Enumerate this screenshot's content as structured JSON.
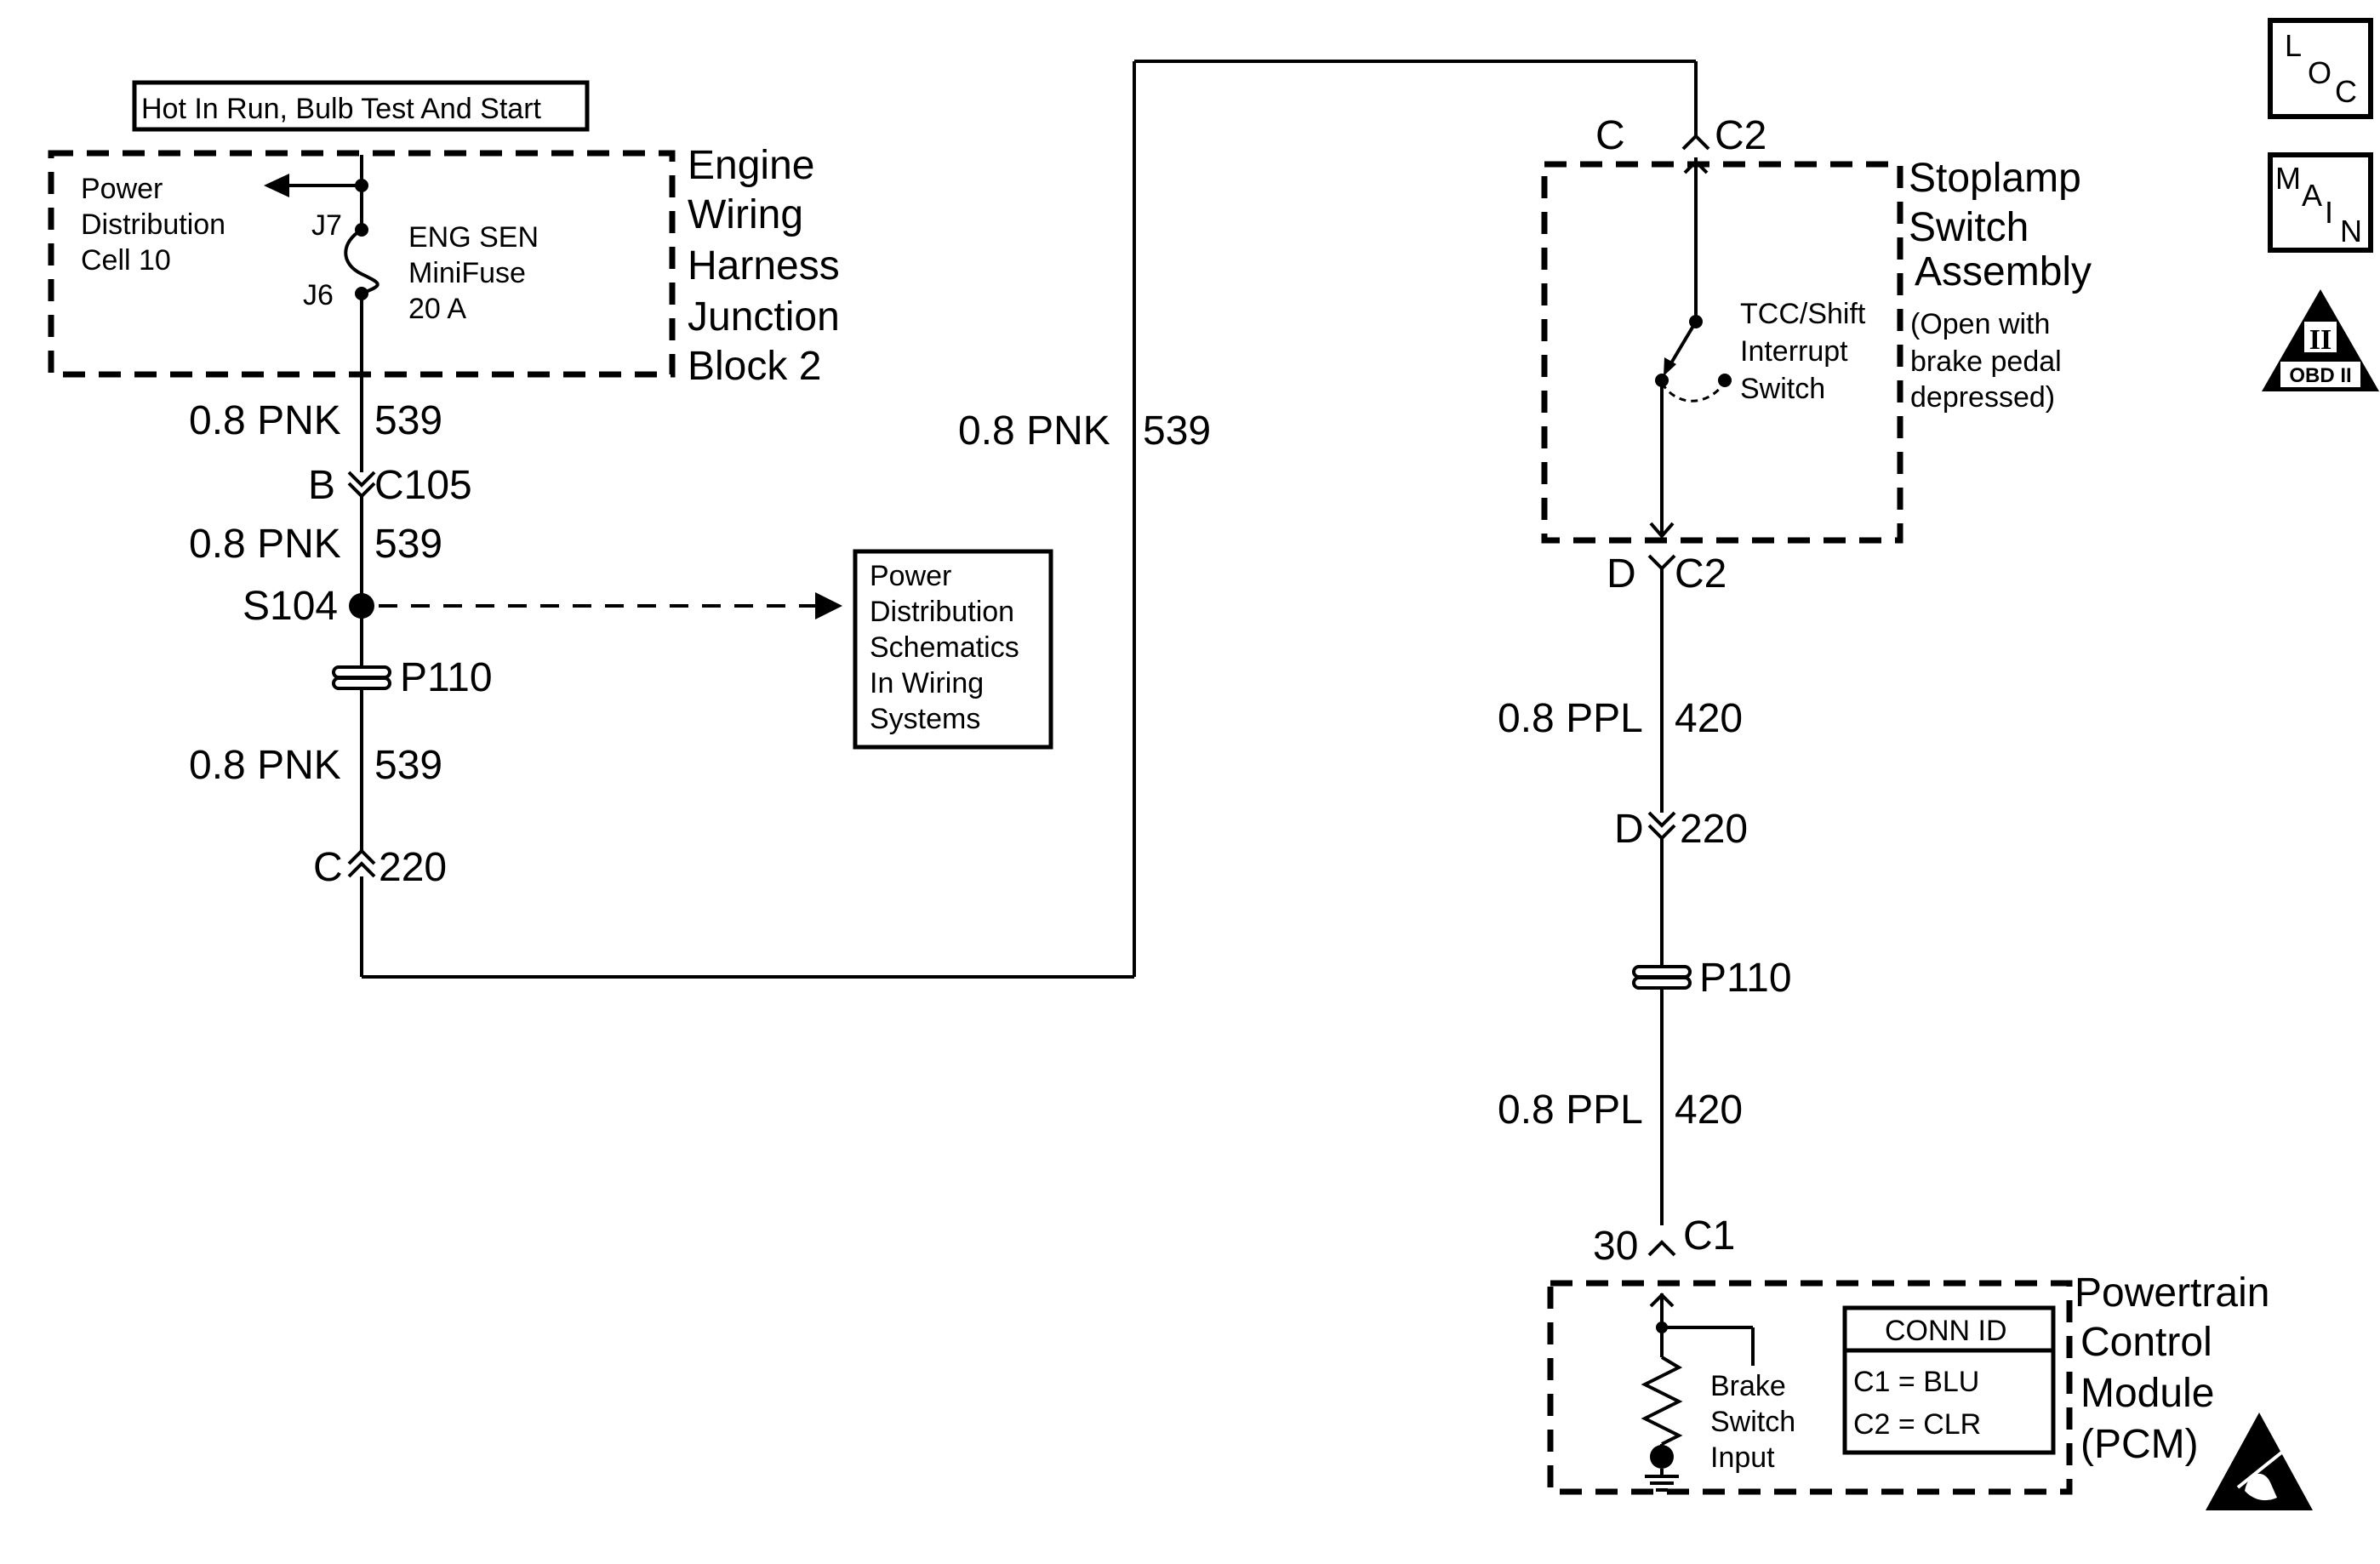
{
  "supply": {
    "hot_label": "Hot In Run, Bulb Test And Start",
    "pdc_line1": "Power",
    "pdc_line2": "Distribution",
    "pdc_line3": "Cell 10",
    "j7": "J7",
    "j6": "J6",
    "fuse_line1": "ENG SEN",
    "fuse_line2": "MiniFuse",
    "fuse_line3": "20 A",
    "block_line1": "Engine",
    "block_line2": "Wiring",
    "block_line3": "Harness",
    "block_line4": "Junction",
    "block_line5": "Block 2"
  },
  "left_circuit": {
    "wire1_size": "0.8 PNK",
    "wire1_circuit": "539",
    "c105_pin": "B",
    "c105_name": "C105",
    "wire2_size": "0.8 PNK",
    "wire2_circuit": "539",
    "splice": "S104",
    "p110": "P110",
    "wire3_size": "0.8 PNK",
    "wire3_circuit": "539",
    "c220_pin": "C",
    "c220_name": "220",
    "pds_line1": "Power",
    "pds_line2": "Distribution",
    "pds_line3": "Schematics",
    "pds_line4": "In Wiring",
    "pds_line5": "Systems"
  },
  "middle_circuit": {
    "wire_size": "0.8 PNK",
    "wire_circuit": "539"
  },
  "stoplamp": {
    "c2_top_pin": "C",
    "c2_top_name": "C2",
    "title_line1": "Stoplamp",
    "title_line2": "Switch",
    "title_line3": "Assembly",
    "note_line1": "(Open with",
    "note_line2": "brake pedal",
    "note_line3": "depressed)",
    "switch_line1": "TCC/Shift",
    "switch_line2": "Interrupt",
    "switch_line3": "Switch",
    "c2_bot_pin": "D",
    "c2_bot_name": "C2"
  },
  "right_circuit": {
    "wire1_size": "0.8 PPL",
    "wire1_circuit": "420",
    "c220_pin": "D",
    "c220_name": "220",
    "p110": "P110",
    "wire2_size": "0.8 PPL",
    "wire2_circuit": "420",
    "c1_pin": "30",
    "c1_name": "C1"
  },
  "pcm": {
    "title_line1": "Powertrain",
    "title_line2": "Control",
    "title_line3": "Module",
    "title_line4": "(PCM)",
    "input_line1": "Brake",
    "input_line2": "Switch",
    "input_line3": "Input",
    "conn_header": "CONN ID",
    "conn_row1": "C1  =  BLU",
    "conn_row2": "C2  =  CLR"
  },
  "nav_icons": {
    "loc_l": "L",
    "loc_o": "O",
    "loc_c": "C",
    "main_m": "M",
    "main_a": "A",
    "main_i": "I",
    "main_n": "N",
    "obd_numeral": "II",
    "obd_label": "OBD II"
  }
}
